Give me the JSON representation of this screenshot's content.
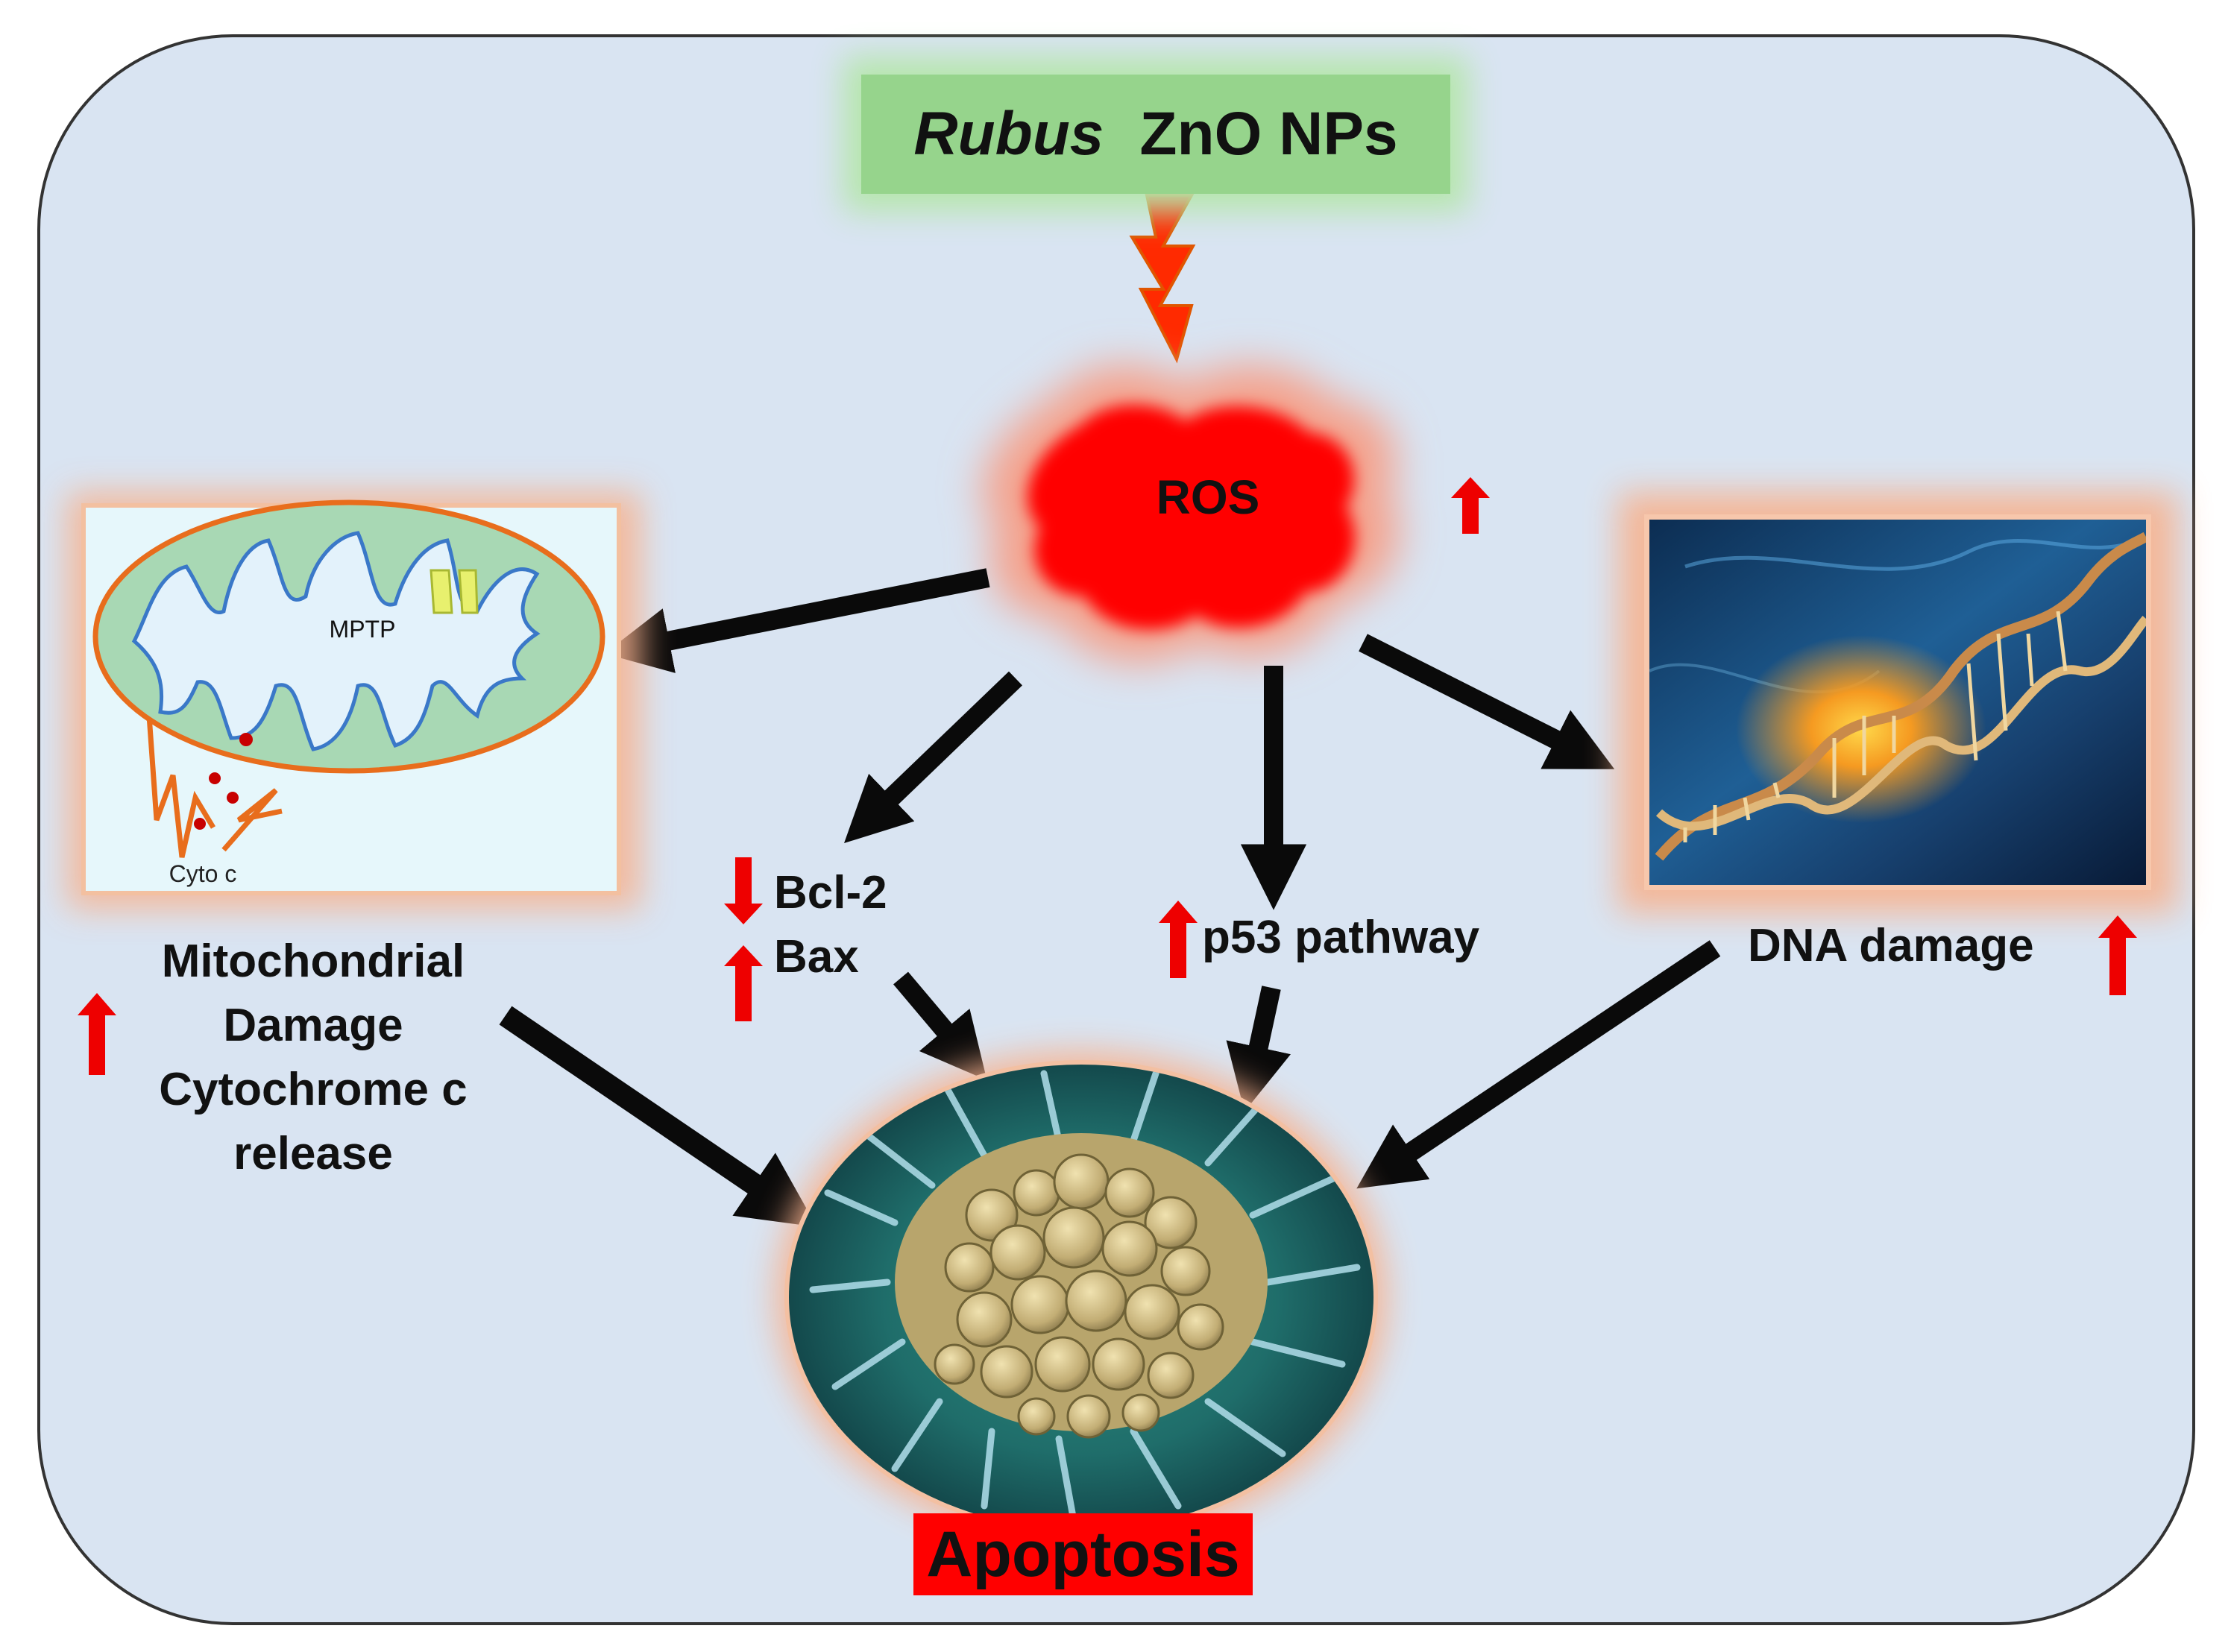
{
  "title": {
    "italic": "Rubus",
    "rest": "ZnO NPs"
  },
  "ros": {
    "label": "ROS"
  },
  "mito": {
    "mptp": "MPTP",
    "cyto": "Cyto c",
    "lines": [
      "Mitochondrial",
      "Damage",
      "Cytochrome c",
      "release"
    ]
  },
  "bcl": {
    "bcl2": "Bcl-2",
    "bax": "Bax"
  },
  "p53": {
    "label": "p53 pathway"
  },
  "dna": {
    "label": "DNA damage"
  },
  "apoptosis": {
    "label": "Apoptosis"
  },
  "colors": {
    "background": "#d9e4f2",
    "frame_border": "#333333",
    "title_green": "#96d48c",
    "ros_red": "#ff0000",
    "arrow": "#0a0a0a",
    "indicator_red": "#ee0000",
    "mito_green": "#a8d8b4",
    "mito_orange": "#e86d1c",
    "crista_blue": "#3a78c8"
  },
  "indicators": {
    "ros": "up",
    "mitochondrial": "up",
    "bcl2": "down",
    "bax": "up",
    "p53": "up",
    "dna": "up"
  }
}
